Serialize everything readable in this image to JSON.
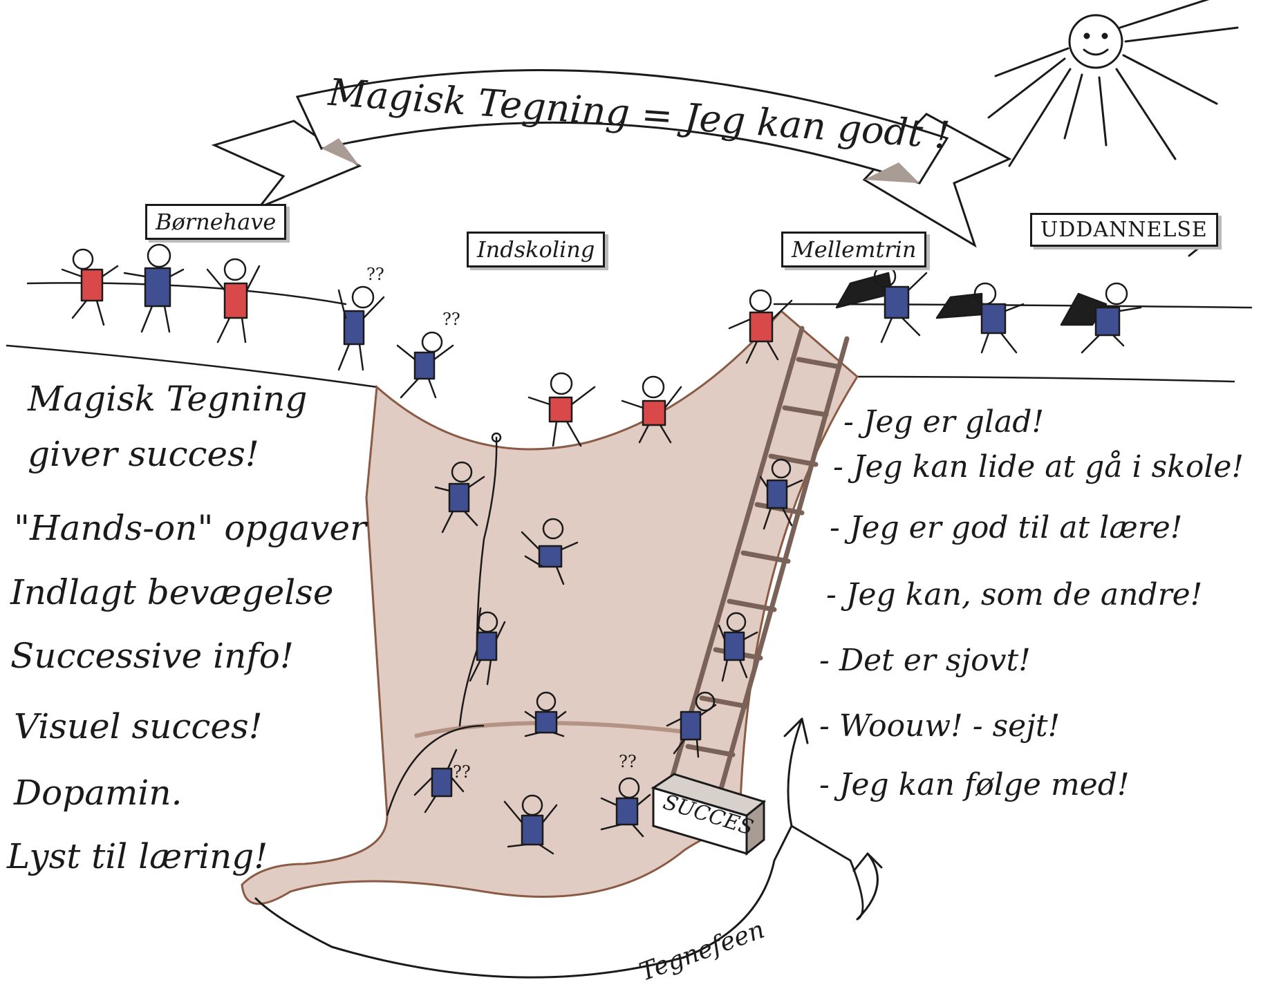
{
  "banner": {
    "title": "Magisk Tegning = Jeg kan godt !"
  },
  "signs": {
    "bornehave": "Børnehave",
    "indskoling": "Indskoling",
    "mellemtrin": "Mellemtrin",
    "uddannelse": "UDDANNELSE"
  },
  "left_text": {
    "heading_line1": "Magisk Tegning",
    "heading_line2": "giver succes!",
    "items": [
      "\"Hands-on\" opgaver",
      "Indlagt bevægelse",
      "Successive info!",
      "Visuel succes!",
      "Dopamin.",
      "Lyst til læring!"
    ]
  },
  "right_text": {
    "items": [
      "- Jeg er glad!",
      "- Jeg kan lide at gå i skole!",
      "- Jeg er god til at lære!",
      "- Jeg kan, som de andre!",
      "- Det er sjovt!",
      "- Woouw! - sejt!",
      "- Jeg kan følge med!"
    ]
  },
  "succes_block": "SUCCES",
  "question_marks": "??",
  "signature": "Tegnefeen",
  "colors": {
    "pit_fill": "#c9a391",
    "pit_edge": "#8a5a45",
    "shirt_red": "#d9494a",
    "shirt_blue": "#3f4f92",
    "cape": "#1e1e1e",
    "ladder": "#7a6258",
    "sun": "#2a2a2a"
  },
  "icons": [
    "sun-icon",
    "banner-ribbon",
    "ladder-icon",
    "rope-icon",
    "stick-figure-icon",
    "arrow-icon"
  ]
}
